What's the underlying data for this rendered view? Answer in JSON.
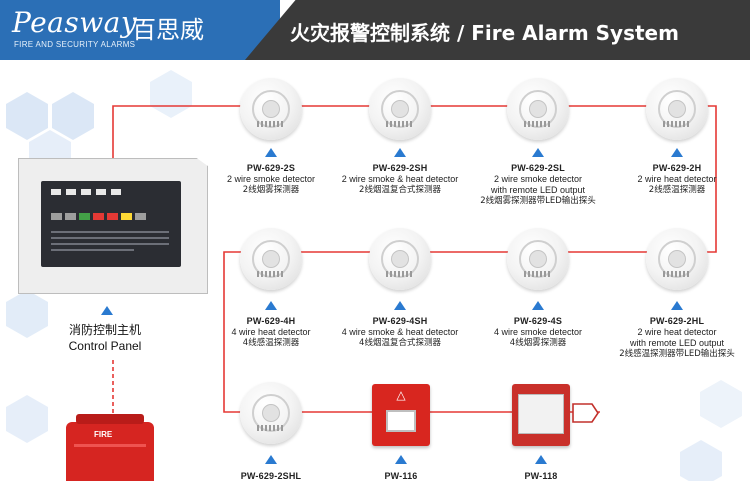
{
  "header": {
    "brand": "Peasway",
    "brand_cn": "百思威",
    "brand_tagline": "FIRE AND SECURITY ALARMS",
    "title": "火灾报警控制系统 / Fire Alarm System"
  },
  "control_panel": {
    "label_cn": "消防控制主机",
    "label_en": "Control Panel"
  },
  "devices": [
    {
      "id": "d1",
      "type": "detector",
      "model": "PW-629-2S",
      "desc": "2 wire smoke detector",
      "desc2": "",
      "cn": "2线烟雾探测器"
    },
    {
      "id": "d2",
      "type": "detector",
      "model": "PW-629-2SH",
      "desc": "2 wire smoke & heat detector",
      "desc2": "",
      "cn": "2线烟温复合式探测器"
    },
    {
      "id": "d3",
      "type": "detector",
      "model": "PW-629-2SL",
      "desc": "2 wire smoke detector",
      "desc2": "with remote LED output",
      "cn": "2线烟雾探测器带LED输出探头"
    },
    {
      "id": "d4",
      "type": "detector",
      "model": "PW-629-2H",
      "desc": "2 wire heat detector",
      "desc2": "",
      "cn": "2线感温探测器"
    },
    {
      "id": "d5",
      "type": "detector",
      "model": "PW-629-4H",
      "desc": "4 wire heat detector",
      "desc2": "",
      "cn": "4线感温探测器"
    },
    {
      "id": "d6",
      "type": "detector",
      "model": "PW-629-4SH",
      "desc": "4 wire smoke & heat detector",
      "desc2": "",
      "cn": "4线烟温复合式探测器"
    },
    {
      "id": "d7",
      "type": "detector",
      "model": "PW-629-4S",
      "desc": "4 wire smoke detector",
      "desc2": "",
      "cn": "4线烟雾探测器"
    },
    {
      "id": "d8",
      "type": "detector",
      "model": "PW-629-2HL",
      "desc": "2 wire heat detector",
      "desc2": "with remote LED output",
      "cn": "2线感温探测器带LED输出探头"
    },
    {
      "id": "d9",
      "type": "detector",
      "model": "PW-629-2SHL",
      "desc": "",
      "desc2": "",
      "cn": ""
    },
    {
      "id": "d10",
      "type": "callpoint",
      "model": "PW-116",
      "desc": "",
      "desc2": "",
      "cn": ""
    },
    {
      "id": "d11",
      "type": "callpoint",
      "model": "PW-118",
      "desc": "",
      "desc2": "",
      "cn": ""
    }
  ],
  "siren": {
    "label": "FIRE"
  },
  "colors": {
    "brand_blue": "#2b6fb6",
    "title_bar": "#3a3a3a",
    "wire_red": "#e53935",
    "arrow_blue": "#2a7ad0",
    "device_red": "#d8261f"
  }
}
